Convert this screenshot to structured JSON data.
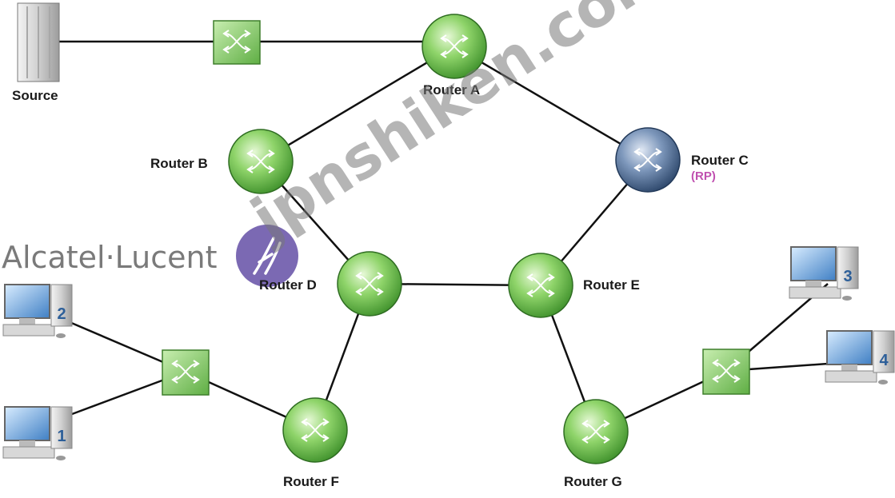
{
  "nodes": {
    "source": "Source",
    "router_a": "Router A",
    "router_b": "Router B",
    "router_c": "Router C",
    "router_c_role": "(RP)",
    "router_d": "Router D",
    "router_e": "Router E",
    "router_f": "Router F",
    "router_g": "Router G"
  },
  "hosts": [
    "1",
    "2",
    "3",
    "4"
  ],
  "branding": {
    "text": "Alcatel·Lucent"
  },
  "watermark": "jpnshiken.com",
  "colors": {
    "router": "#7cc85a",
    "rp_router": "#4f6f96",
    "rp_label": "#c050b0",
    "link": "#111111"
  }
}
